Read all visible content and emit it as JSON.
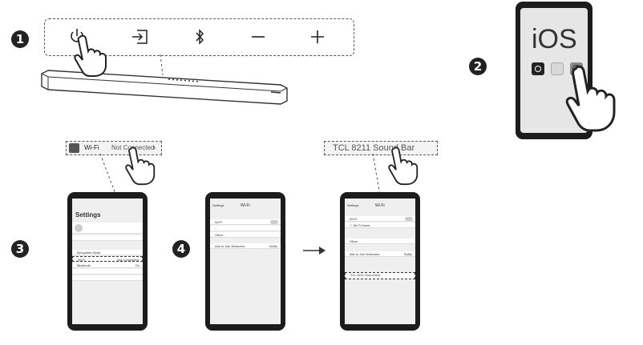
{
  "steps": [
    "1",
    "2",
    "3",
    "4"
  ],
  "step1": {
    "buttons": [
      {
        "name": "power-icon"
      },
      {
        "name": "source-icon"
      },
      {
        "name": "bluetooth-icon"
      },
      {
        "name": "minus-icon"
      },
      {
        "name": "plus-icon"
      }
    ]
  },
  "step2": {
    "os_label": "iOS",
    "app_icons": [
      "camera-icon",
      "mail-icon",
      "settings-icon"
    ]
  },
  "step3": {
    "callout": {
      "label": "Wi-Fi",
      "status": "Not Connected"
    },
    "phone": {
      "title": "Settings",
      "rows": [
        {
          "label": "Aeroplane Mode",
          "value": ""
        },
        {
          "label": "Wi-Fi",
          "value": "Not Connected"
        },
        {
          "label": "Bluetooth",
          "value": "On"
        }
      ]
    }
  },
  "step4": {
    "phone1": {
      "back": "Settings",
      "title": "Wi-Fi",
      "rows": [
        {
          "label": "Wi-Fi"
        },
        {
          "label": "Other..."
        },
        {
          "label": "Ask to Join Networks",
          "value": "Notify"
        }
      ]
    },
    "phone2": {
      "back": "Settings",
      "title": "Wi-Fi",
      "rows": [
        {
          "label": "Wi-Fi"
        },
        {
          "label": "Wi-Fi Home"
        },
        {
          "label": "Other..."
        },
        {
          "label": "Ask to Join Networks",
          "value": "Notify"
        }
      ],
      "new_device": "TCL 8211 Sound Bar"
    },
    "callout_device": "TCL 8211 Sound Bar"
  }
}
